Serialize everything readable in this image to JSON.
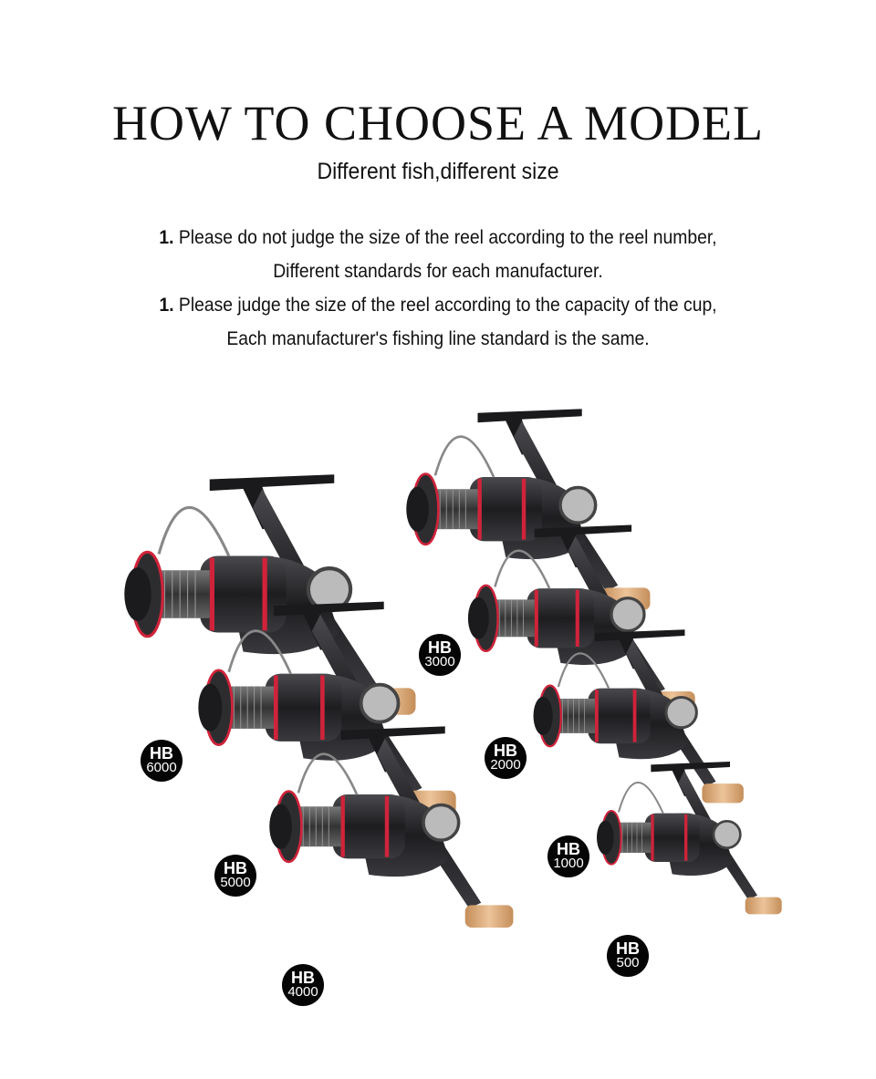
{
  "header": {
    "title": "HOW TO CHOOSE A MODEL",
    "subtitle": "Different fish,different size"
  },
  "notes": [
    {
      "number": "1.",
      "text": " Please do not judge the size of the reel according to the reel number,"
    },
    {
      "text": "Different standards for each manufacturer."
    },
    {
      "number": "1.",
      "text": " Please judge the size of the reel according to the capacity of the cup,"
    },
    {
      "text": "Each manufacturer's fishing line standard is the same."
    }
  ],
  "models": [
    {
      "brand": "HB",
      "size": "6000"
    },
    {
      "brand": "HB",
      "size": "5000"
    },
    {
      "brand": "HB",
      "size": "4000"
    },
    {
      "brand": "HB",
      "size": "3000"
    },
    {
      "brand": "HB",
      "size": "2000"
    },
    {
      "brand": "HB",
      "size": "1000"
    },
    {
      "brand": "HB",
      "size": "500"
    }
  ],
  "colors": {
    "accent_red": "#d0233a",
    "reel_body": "#2b2b2e",
    "handle_wood": "#d9a877",
    "badge": "#050505"
  }
}
